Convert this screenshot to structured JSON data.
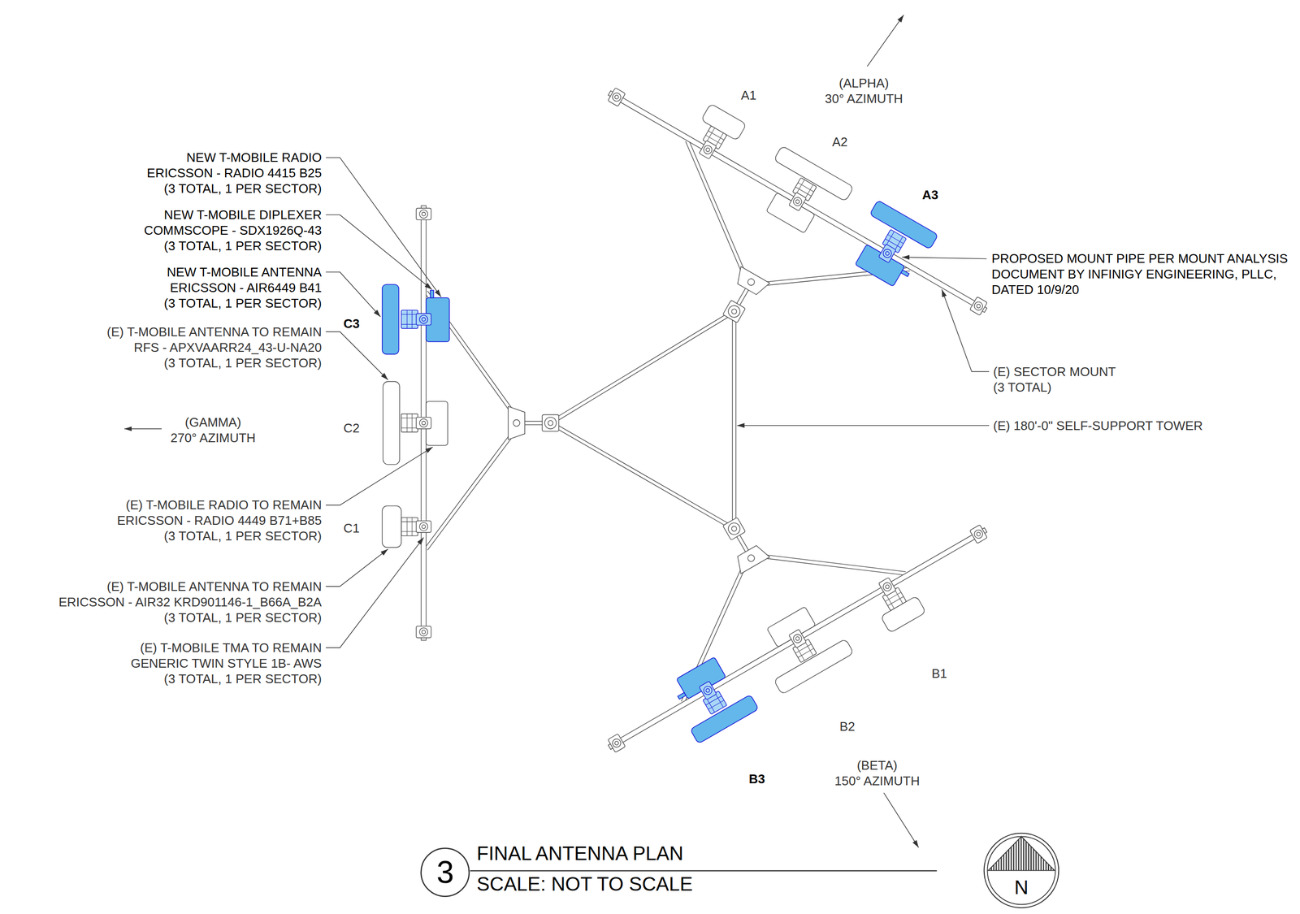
{
  "diagram": {
    "title": "FINAL ANTENNA PLAN",
    "caption": "SCALE: NOT TO SCALE",
    "nodes": [
      {
        "text": [
          "3"
        ]
      },
      {
        "text": [
          "N"
        ]
      }
    ],
    "labels": [
      "NEW T-MOBILE RADIO ERICSSON - RADIO 4415 B25 (3 TOTAL, 1 PER SECTOR)",
      "NEW T-MOBILE DIPLEXER COMMSCOPE - SDX1926Q-43 (3 TOTAL, 1 PER SECTOR)",
      "NEW T-MOBILE ANTENNA ERICSSON - AIR6449 B41 (3 TOTAL, 1 PER SECTOR)",
      "C3",
      "(E) T-MOBILE ANTENNA TO REMAIN RFS - APXVAARR24_43-U-NA20 (3 TOTAL, 1 PER SECTOR)",
      "(GAMMA) 270° AZIMUTH",
      "C2",
      "(E) T-MOBILE RADIO TO REMAIN ERICSSON - RADIO 4449 B71+B85 (3 TOTAL, 1 PER SECTOR)",
      "C1",
      "(E) T-MOBILE ANTENNA TO REMAIN ERICSSON - AIR32 KRD901146-1_B66A_B2A (3 TOTAL, 1 PER SECTOR)",
      "(E) T-MOBILE TMA TO REMAIN GENERIC TWIN STYLE 1B- AWS (3 TOTAL, 1 PER SECTOR)",
      "A1",
      "(ALPHA) 30° AZIMUTH",
      "A2",
      "A3",
      "PROPOSED MOUNT PIPE PER MOUNT ANALYSIS DOCUMENT BY INFINIGY ENGINEERING, PLLC, DATED 10/9/20",
      "(E) SECTOR MOUNT (3 TOTAL)",
      "(E) 180'-0\" SELF-SUPPORT TOWER",
      "B1",
      "B2",
      "B3",
      "(BETA) 150° AZIMUTH"
    ]
  }
}
